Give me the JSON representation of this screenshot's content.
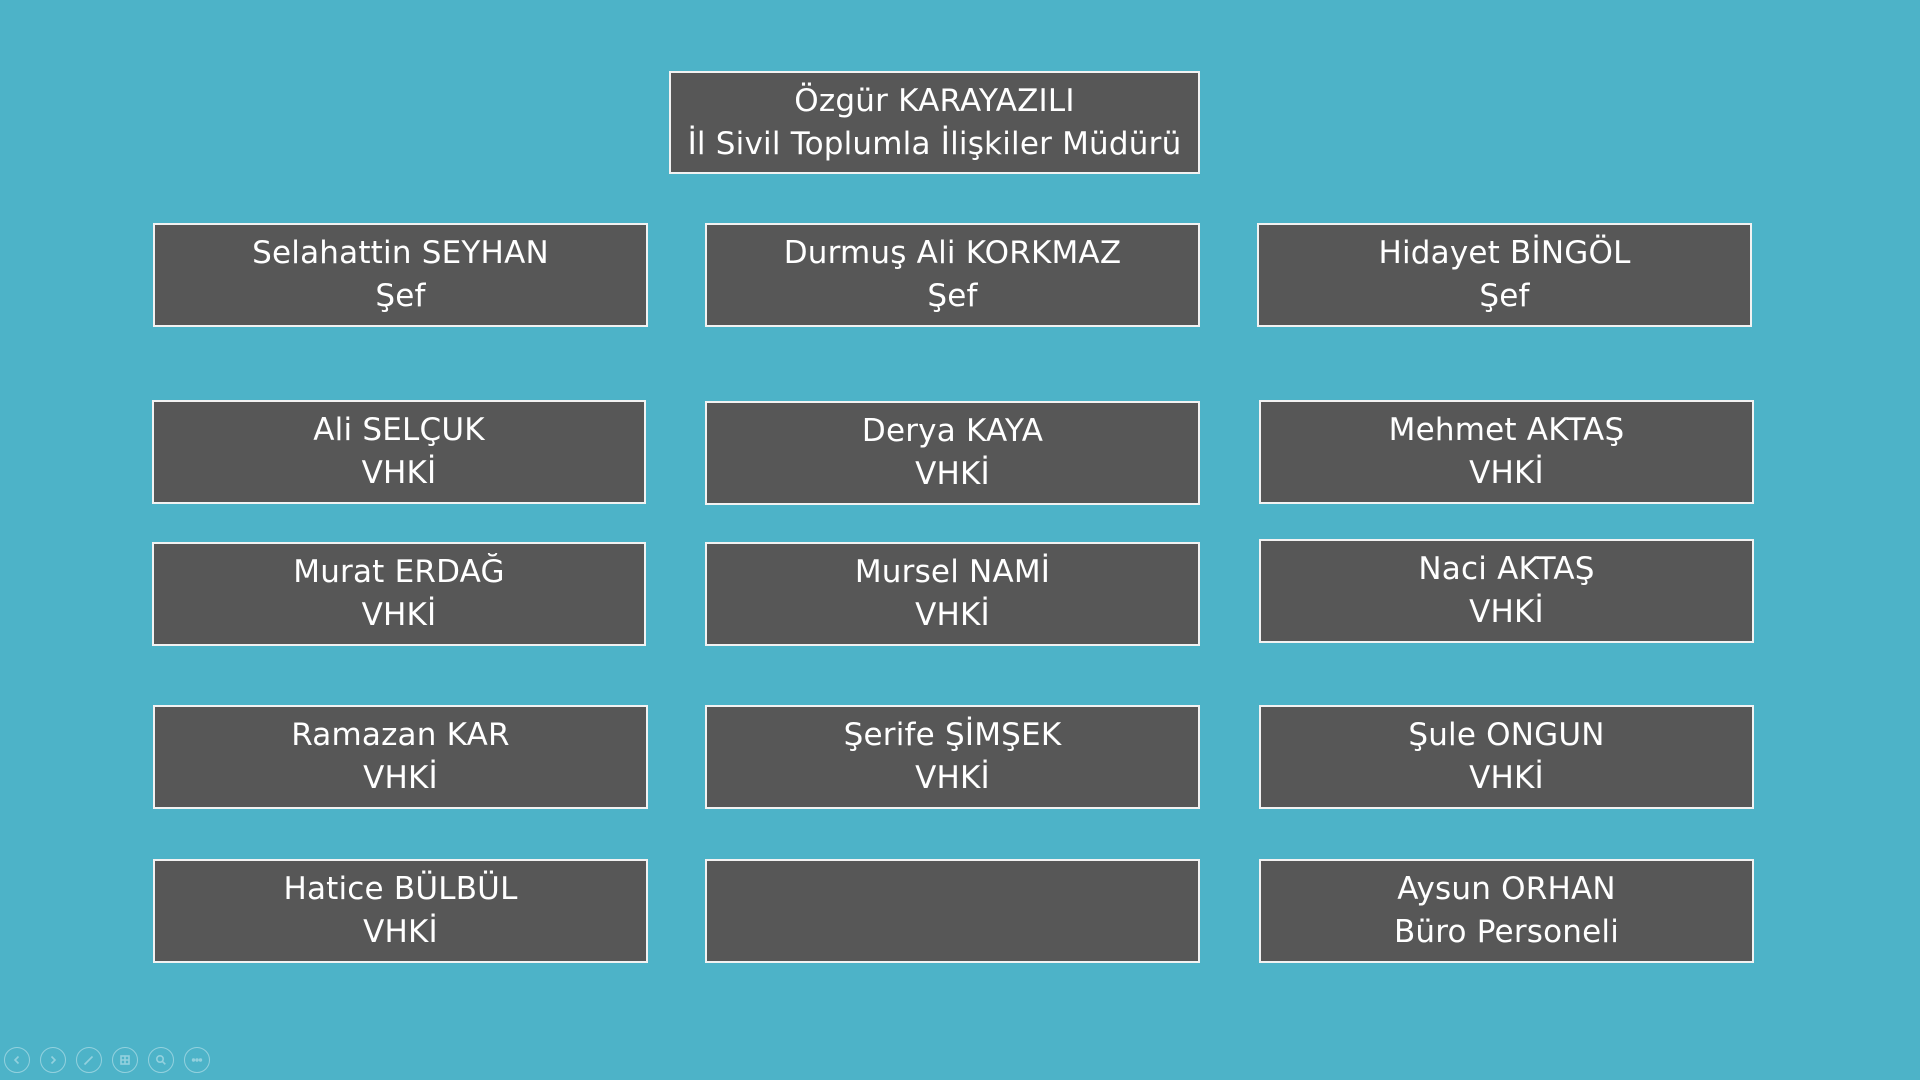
{
  "colors": {
    "background": "#4db3c8",
    "card_fill": "#575757",
    "card_border": "#f2f2f2",
    "text": "#ffffff"
  },
  "director": {
    "name": "Özgür KARAYAZILI",
    "title": "İl Sivil Toplumla İlişkiler Müdürü"
  },
  "columns": {
    "left": [
      {
        "name": "Selahattin SEYHAN",
        "title": "Şef"
      },
      {
        "name": "Ali SELÇUK",
        "title": "VHKİ"
      },
      {
        "name": "Murat ERDAĞ",
        "title": "VHKİ"
      },
      {
        "name": "Ramazan KAR",
        "title": "VHKİ"
      },
      {
        "name": "Hatice BÜLBÜL",
        "title": "VHKİ"
      }
    ],
    "middle": [
      {
        "name": "Durmuş Ali KORKMAZ",
        "title": "Şef"
      },
      {
        "name": "Derya KAYA",
        "title": "VHKİ"
      },
      {
        "name": "Mursel NAMİ",
        "title": "VHKİ"
      },
      {
        "name": "Şerife ŞİMŞEK",
        "title": "VHKİ"
      },
      {
        "name": "",
        "title": ""
      }
    ],
    "right": [
      {
        "name": "Hidayet BİNGÖL",
        "title": "Şef"
      },
      {
        "name": "Mehmet AKTAŞ",
        "title": "VHKİ"
      },
      {
        "name": "Naci AKTAŞ",
        "title": "VHKİ"
      },
      {
        "name": "Şule ONGUN",
        "title": "VHKİ"
      },
      {
        "name": "Aysun ORHAN",
        "title": "Büro Personeli"
      }
    ]
  },
  "toolbar": {
    "icons": [
      "previous-slide-icon",
      "next-slide-icon",
      "pen-icon",
      "slides-grid-icon",
      "zoom-icon",
      "more-options-icon"
    ]
  }
}
